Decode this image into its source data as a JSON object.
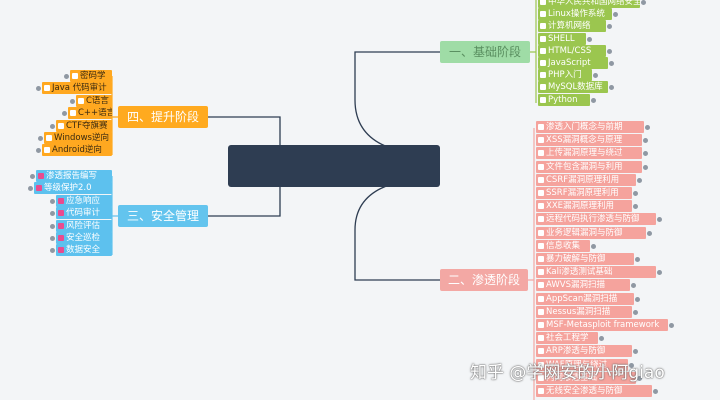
{
  "center": {
    "label": ""
  },
  "branches": {
    "basic": {
      "label": "一、基础阶段"
    },
    "pentest": {
      "label": "二、渗透阶段"
    },
    "security_mgmt": {
      "label": "三、安全管理"
    },
    "advanced": {
      "label": "四、提升阶段"
    }
  },
  "basic_items": [
    "中华人民共和国网络安全法",
    "Linux操作系统",
    "计算机网络",
    "SHELL",
    "HTML/CSS",
    "JavaScript",
    "PHP入门",
    "MySQL数据库",
    "Python"
  ],
  "pentest_items": [
    "渗透入门概念与前期",
    "XSS漏洞概念与原理",
    "上传漏洞原理与绕过",
    "文件包含漏洞与利用",
    "CSRF漏洞原理利用",
    "SSRF漏洞原理利用",
    "XXE漏洞原理利用",
    "远程代码执行渗透与防御",
    "业务逻辑漏洞与防御",
    "信息收集",
    "暴力破解与防御",
    "Kali渗透测试基础",
    "AWVS漏洞扫描",
    "AppScan漏洞扫描",
    "Nessus漏洞扫描",
    "MSF-Metasploit framework",
    "社会工程学",
    "ARP渗透与防御",
    "WAF原理与绕过",
    "内网渗透基础",
    "无线安全渗透与防御"
  ],
  "security_items": [
    "渗透报告编写",
    "等级保护2.0",
    "应急响应",
    "代码审计",
    "风险评估",
    "安全巡检",
    "数据安全"
  ],
  "advanced_items": [
    "密码学",
    "Java 代码审计",
    "C语言",
    "C++语言",
    "CTF夺旗赛",
    "Windows逆向",
    "Android逆向"
  ],
  "watermark": "知乎 @学网安的小阿giao",
  "colors": {
    "center": "#2e3d52",
    "basic": "#9fdca6",
    "pentest": "#f3a8a4",
    "security": "#63c4ee",
    "advanced": "#ffaa1f",
    "line": "#2e3d52"
  }
}
